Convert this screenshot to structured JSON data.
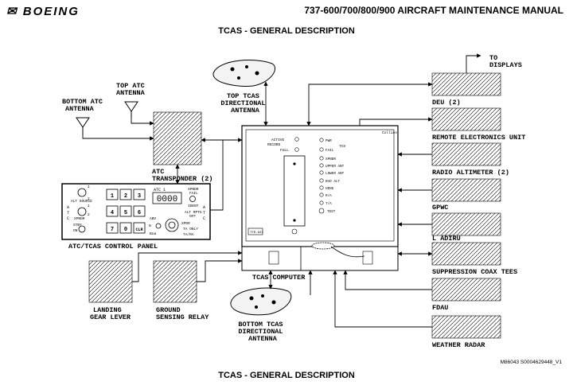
{
  "header": {
    "logo": "BOEING",
    "manual": "737-600/700/800/900 AIRCRAFT MAINTENANCE MANUAL",
    "title": "TCAS - GENERAL DESCRIPTION"
  },
  "footer": {
    "title": "TCAS - GENERAL DESCRIPTION",
    "figure_id": "M86043 S0004629448_V1"
  },
  "labels": {
    "top_atc_antenna": [
      "TOP ATC",
      "ANTENNA"
    ],
    "bottom_atc_antenna": [
      "BOTTOM ATC",
      "ANTENNA"
    ],
    "top_tcas_antenna": [
      "TOP TCAS",
      "DIRECTIONAL",
      "ANTENNA"
    ],
    "bottom_tcas_antenna": [
      "BOTTOM TCAS",
      "DIRECTIONAL",
      "ANTENNA"
    ],
    "atc_transponder": [
      "ATC",
      "TRANSPONDER (2)"
    ],
    "control_panel": "ATC/TCAS CONTROL PANEL",
    "tcas_computer": "TCAS COMPUTER",
    "landing_gear_lever": [
      "LANDING",
      "GEAR LEVER"
    ],
    "ground_sensing_relay": [
      "GROUND",
      "SENSING RELAY"
    ],
    "to_displays": [
      "TO",
      "DISPLAYS"
    ],
    "deu": "DEU (2)",
    "reu": "REMOTE ELECTRONICS UNIT",
    "radio_altimeter": "RADIO ALTIMETER (2)",
    "gpwc": "GPWC",
    "adiru": "L ADIRU",
    "suppression": "SUPPRESSION COAX TEES",
    "fdau": "FDAU",
    "weather_radar": "WEATHER RADAR"
  },
  "panel": {
    "keys": [
      "1",
      "2",
      "3",
      "4",
      "5",
      "6",
      "7",
      "0",
      "CLR"
    ],
    "atc1": "ATC 1",
    "code": "0000",
    "alt_source": "ALT SOURCE",
    "xpndr": "XPNDR",
    "xpndr_fail": [
      "XPNDR",
      "FAIL"
    ],
    "ident": "IDENT",
    "alt_rptg": [
      "ALT RPTG",
      "OFF"
    ],
    "abv": "ABV",
    "n": "N",
    "blw": "BLW",
    "stby": "STBY",
    "on": "ON",
    "xpdr": "XPDR",
    "ta_only": "TA ONLY",
    "ta_ra": "TA/RA",
    "atc_v": [
      "A",
      "T",
      "C"
    ],
    "one": "1",
    "two": "2"
  },
  "computer": {
    "brand": "Collins",
    "model": "TTR-921",
    "left_lights": [
      "ACTIVE",
      "RECORD",
      "FULL"
    ],
    "right_lights": [
      "PWR",
      "FAIL",
      "XPNDR",
      "UPPER ANT",
      "LOWER ANT",
      "RAD ALT",
      "HDNG",
      "R/A",
      "T/A",
      "TEST"
    ],
    "tcs": "TCS"
  }
}
